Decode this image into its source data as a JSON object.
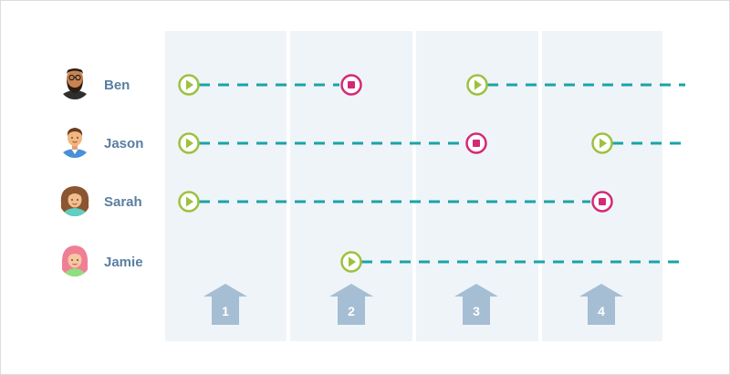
{
  "people": [
    {
      "name": "Ben",
      "avatar_icon": "man-with-beard-avatar-icon"
    },
    {
      "name": "Jason",
      "avatar_icon": "man-short-hair-avatar-icon"
    },
    {
      "name": "Sarah",
      "avatar_icon": "woman-curly-hair-avatar-icon"
    },
    {
      "name": "Jamie",
      "avatar_icon": "woman-pink-hair-avatar-icon"
    }
  ],
  "columns": [
    {
      "label": "1"
    },
    {
      "label": "2"
    },
    {
      "label": "3"
    },
    {
      "label": "4"
    }
  ],
  "colors": {
    "column_bg": "#eff4f8",
    "arrow": "#a6bed4",
    "label": "#5a7ea1",
    "line": "#1aa3a8",
    "start": "#9bc23c",
    "stop": "#d42a76"
  }
}
